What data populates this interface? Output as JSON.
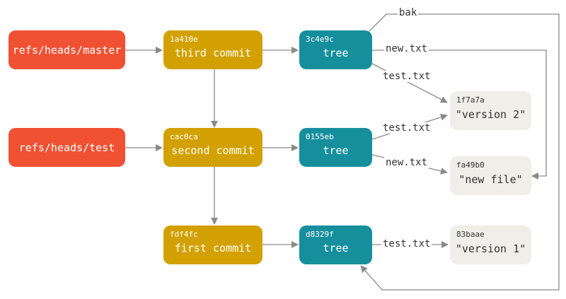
{
  "refs": {
    "master": "refs/heads/master",
    "test": "refs/heads/test"
  },
  "commits": {
    "third": {
      "sha": "1a410e",
      "title": "third commit"
    },
    "second": {
      "sha": "cac0ca",
      "title": "second commit"
    },
    "first": {
      "sha": "fdf4fc",
      "title": "first commit"
    }
  },
  "trees": {
    "t1": {
      "sha": "3c4e9c",
      "title": "tree"
    },
    "t2": {
      "sha": "0155eb",
      "title": "tree"
    },
    "t3": {
      "sha": "d8329f",
      "title": "tree"
    }
  },
  "blobs": {
    "v2": {
      "sha": "1f7a7a",
      "title": "\"version 2\""
    },
    "newfile": {
      "sha": "fa49b0",
      "title": "\"new file\""
    },
    "v1": {
      "sha": "83baae",
      "title": "\"version 1\""
    }
  },
  "edge_labels": {
    "bak": "bak",
    "t1_newtxt": "new.txt",
    "t1_testtxt": "test.txt",
    "t2_testtxt": "test.txt",
    "t2_newtxt": "new.txt",
    "t3_testtxt": "test.txt"
  },
  "colors": {
    "ref": "#f05133",
    "commit": "#d2a100",
    "tree": "#168f9d",
    "blob": "#efeee9",
    "arrow": "#8a8a8a"
  }
}
